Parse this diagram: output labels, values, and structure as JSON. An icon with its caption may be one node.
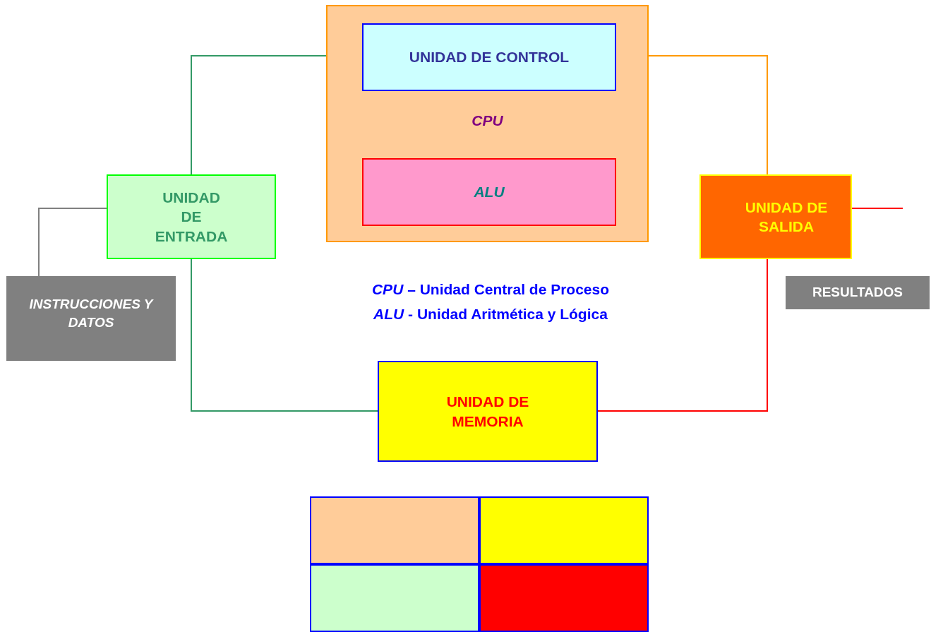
{
  "diagram": {
    "nodes": [
      {
        "text": [
          "CPU"
        ]
      },
      {
        "text": [
          "UNIDAD DE CONTROL"
        ],
        "in": 0
      },
      {
        "text": [
          "ALU"
        ],
        "in": 0
      },
      {
        "text": [
          "UNIDAD DE ENTRADA"
        ]
      },
      {
        "text": [
          "INSTRUCCIONES Y DATOS"
        ]
      },
      {
        "text": [
          "UNIDAD DE SALIDA"
        ]
      },
      {
        "text": [
          "RESULTADOS"
        ]
      },
      {
        "text": [
          "UNIDAD DE MEMORIA"
        ]
      },
      {
        "text": [],
        "shape": "box"
      },
      {
        "text": [],
        "shape": "box"
      },
      {
        "text": [],
        "shape": "box"
      },
      {
        "text": [],
        "shape": "box"
      }
    ],
    "edges": [
      {
        "from": 3,
        "to": 0,
        "arrow": "none"
      },
      {
        "from": 4,
        "to": 3,
        "arrow": "none",
        "color": "#808080"
      },
      {
        "from": 3,
        "to": 7,
        "arrow": "none"
      },
      {
        "from": 0,
        "to": 5,
        "arrow": "none",
        "color": "#ff9900"
      },
      {
        "from": 5,
        "to": 7,
        "arrow": "none",
        "color": "#ff0000"
      },
      {
        "from": 5,
        "to": null,
        "arrow": "none",
        "color": "#ff0000"
      }
    ],
    "labels": [
      "*CPU* – Unidad Central de Proceso",
      "*ALU* - Unidad Aritmética y Lógica"
    ]
  }
}
